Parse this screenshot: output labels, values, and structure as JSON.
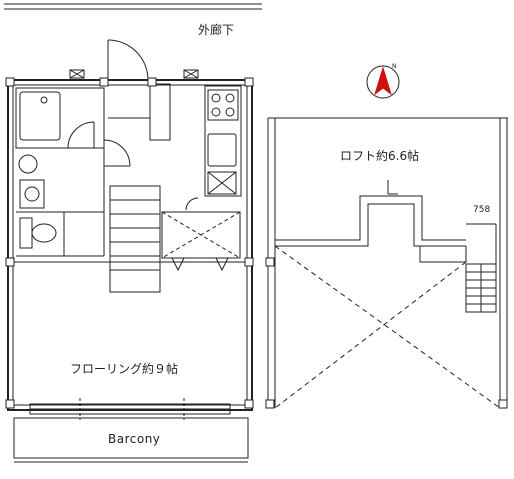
{
  "labels": {
    "corridor": "外廊下",
    "loft_room": "ロフト約6.6帖",
    "dimension": "758",
    "flooring_room": "フローリング約９帖",
    "balcony": "Barcony",
    "north": "N"
  },
  "colors": {
    "line": "#222222",
    "compass_red": "#cc1111"
  }
}
